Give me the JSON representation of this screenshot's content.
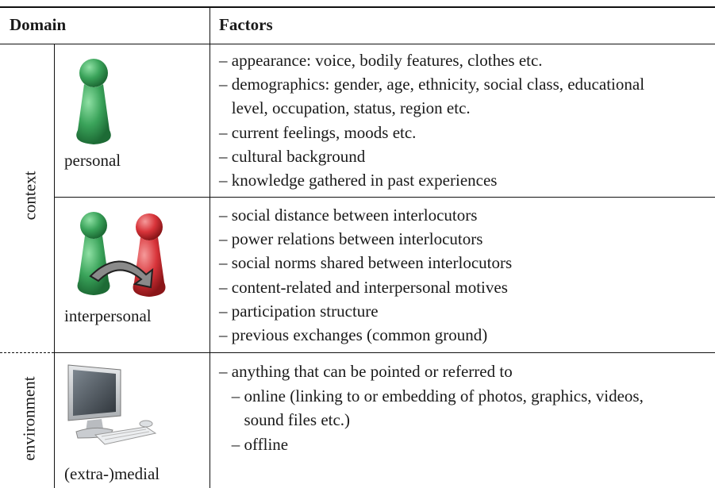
{
  "header": {
    "domain": "Domain",
    "factors": "Factors"
  },
  "groups": [
    {
      "label": "context"
    },
    {
      "label": "environment"
    }
  ],
  "rows": [
    {
      "name": "personal",
      "icon": "green-game-pawn-icon",
      "factors": [
        "– appearance: voice, bodily features, clothes etc.",
        "– demographics: gender, age, ethnicity, social class, educational",
        "   level, occupation, status, region etc.",
        "– current feelings, moods etc.",
        "– cultural background",
        "– knowledge gathered in past experiences"
      ]
    },
    {
      "name": "interpersonal",
      "icon": "green-and-red-pawns-with-arrow-icon",
      "factors": [
        "– social distance between interlocutors",
        "– power relations between interlocutors",
        "– social norms shared between interlocutors",
        "– content-related and interpersonal motives",
        "– participation structure",
        "– previous exchanges (common ground)"
      ]
    },
    {
      "name": "(extra-)medial",
      "icon": "desktop-computer-icon",
      "factors": [
        "– anything that can be pointed or referred to",
        "   – online (linking to or embedding of photos, graphics, videos,",
        "      sound files etc.)",
        "   – offline"
      ]
    }
  ],
  "colors": {
    "pawn_green": "#3aa35a",
    "pawn_red": "#d8343a",
    "arrow_gray": "#8a8a8a",
    "rule": "#111111"
  }
}
